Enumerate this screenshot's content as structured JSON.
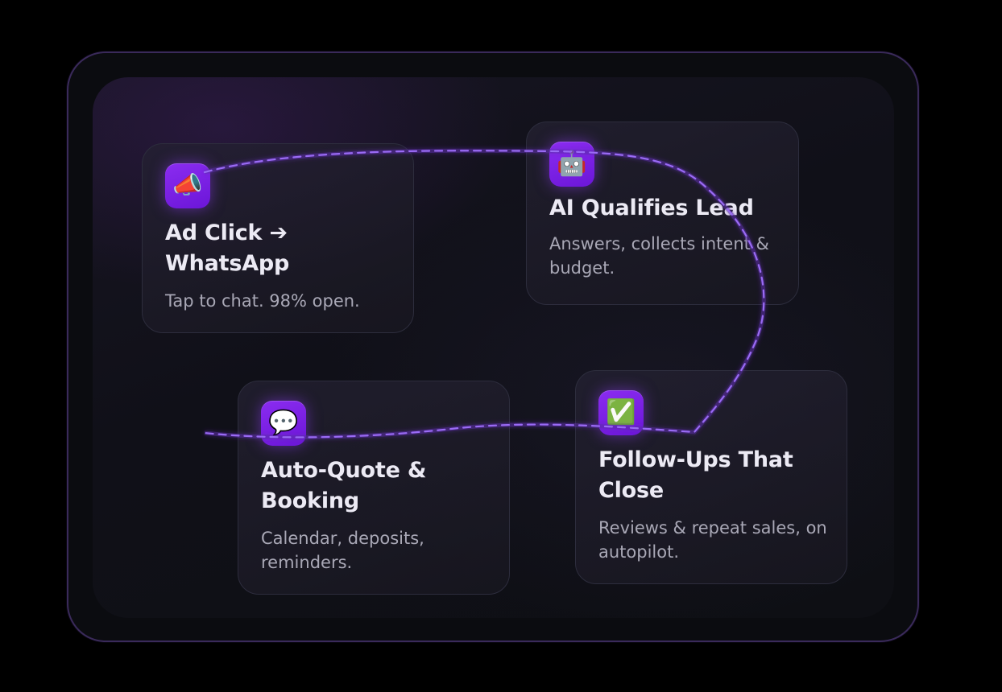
{
  "colors": {
    "background": "#000000",
    "frame_border": "#3a2a5a",
    "panel": "#14131c",
    "card_border": "#2d2d3d",
    "accent": "#7c22e6",
    "flow_dash": "#8b5cf6",
    "title_text": "#eceaf4",
    "desc_text": "#a9a8b6"
  },
  "steps": [
    {
      "icon": "megaphone-icon",
      "icon_glyph": "📣",
      "title": "Ad Click ➔ WhatsApp",
      "description": "Tap to chat. 98% open."
    },
    {
      "icon": "robot-icon",
      "icon_glyph": "🤖",
      "title": "AI Qualifies Lead",
      "description": "Answers, collects intent & budget."
    },
    {
      "icon": "speech-bubble-icon",
      "icon_glyph": "💬",
      "title": "Auto-Quote & Booking",
      "description": "Calendar, deposits, reminders."
    },
    {
      "icon": "check-mark-icon",
      "icon_glyph": "✅",
      "title": "Follow-Ups That Close",
      "description": "Reviews & repeat sales, on autopilot."
    }
  ]
}
